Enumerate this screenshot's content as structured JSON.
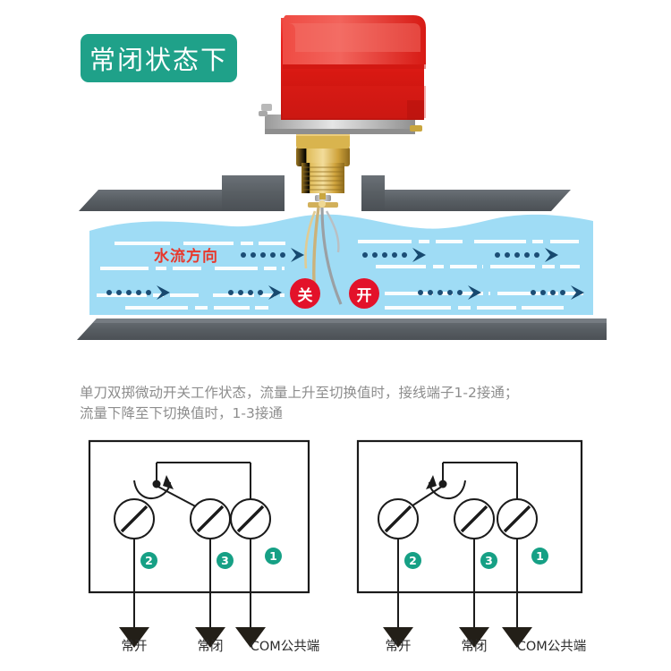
{
  "header": {
    "badge_label": "常闭状态下",
    "badge_color": "#1fa189"
  },
  "illustration": {
    "device_name": "flow-switch",
    "housing_color": "#e8231f",
    "fitting_color": "#c8a13a",
    "pipe_color": "#5b6065",
    "water_color": "#9fdcf5",
    "flow_direction_label": "水流方向",
    "flow_label_color": "#e8382c",
    "state_closed_label": "关",
    "state_open_label": "开",
    "state_dot_color": "#e3122a"
  },
  "description": {
    "line1": "单刀双掷微动开关工作状态，流量上升至切换值时，接线端子1-2接通；",
    "line2": "流量下降至下切换值时，1-3接通",
    "text_color": "#8d8d8d"
  },
  "schematics": {
    "terminal_badge_color": "#16a085",
    "left": {
      "name": "switch-state-low-flow",
      "blade_target": "3",
      "terminals": [
        {
          "num": "2",
          "label": "常开"
        },
        {
          "num": "3",
          "label": "常闭"
        },
        {
          "num": "1",
          "label": "COM公共端"
        }
      ]
    },
    "right": {
      "name": "switch-state-high-flow",
      "blade_target": "2",
      "terminals": [
        {
          "num": "2",
          "label": "常开"
        },
        {
          "num": "3",
          "label": "常闭"
        },
        {
          "num": "1",
          "label": "COM公共端"
        }
      ]
    }
  }
}
